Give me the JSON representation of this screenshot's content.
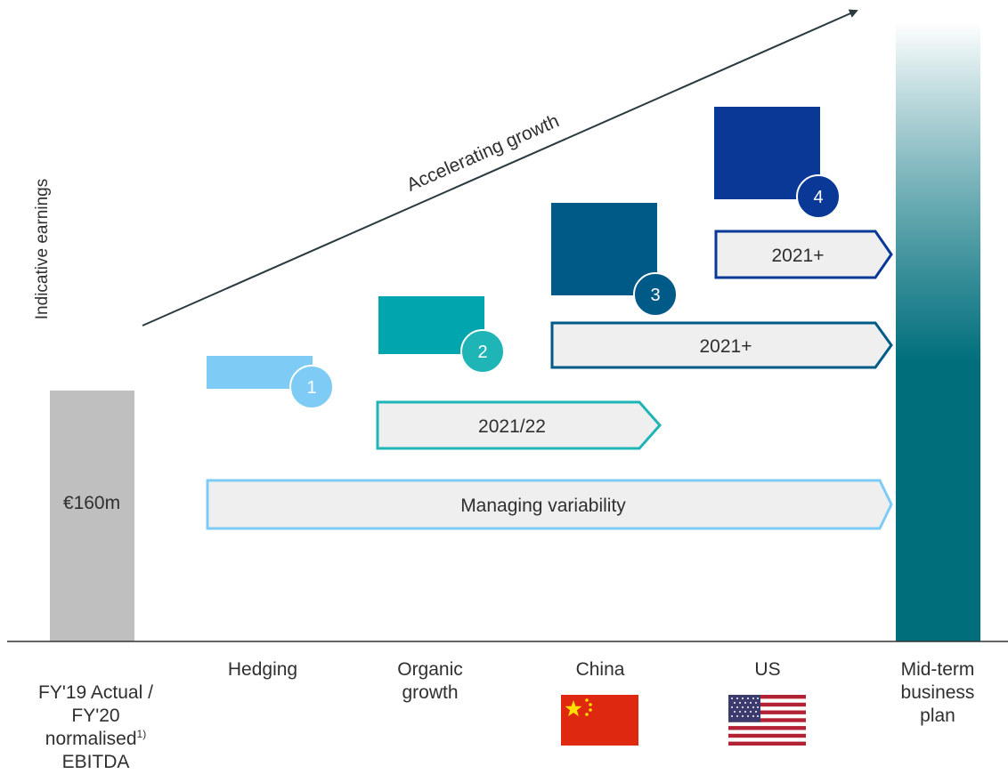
{
  "chart_data": {
    "type": "bar",
    "ylabel": "Indicative earnings",
    "categories": [
      {
        "label": "FY'19 Actual /\nFY'20\nnormalised",
        "footnote": "1)",
        "label_end": "EBITDA"
      },
      {
        "label": "Hedging"
      },
      {
        "label": "Organic\ngrowth"
      },
      {
        "label": "China"
      },
      {
        "label": "US"
      },
      {
        "label": "Mid-term\nbusiness\nplan"
      }
    ],
    "base_value_label": "€160m",
    "steps": [
      {
        "number": "1",
        "category": "Hedging",
        "color": "#7ecbf5",
        "badge_color": "#7ecbf5"
      },
      {
        "number": "2",
        "category": "Organic growth",
        "color": "#00a5ad",
        "badge_color": "#1fb4b6"
      },
      {
        "number": "3",
        "category": "China",
        "color": "#005a87",
        "badge_color": "#005a87"
      },
      {
        "number": "4",
        "category": "US",
        "color": "#0a3896",
        "badge_color": "#0a3896"
      }
    ],
    "timeline_arrows": [
      {
        "label": "Managing variability",
        "color": "#7ecbf5"
      },
      {
        "label": "2021/22",
        "color": "#1fb4b6"
      },
      {
        "label": "2021+",
        "color": "#005a87"
      },
      {
        "label": "2021+",
        "color": "#0a3896"
      }
    ],
    "trend_label": "Accelerating growth",
    "colors": {
      "base_bar": "#bfbfbf",
      "target_bar_top": "#ffffff",
      "target_bar_bottom": "#006f7c",
      "axis": "#333333",
      "arrow_fill": "#efefef"
    }
  },
  "flags": [
    {
      "category": "China",
      "icon": "china-flag-icon"
    },
    {
      "category": "US",
      "icon": "us-flag-icon"
    }
  ]
}
